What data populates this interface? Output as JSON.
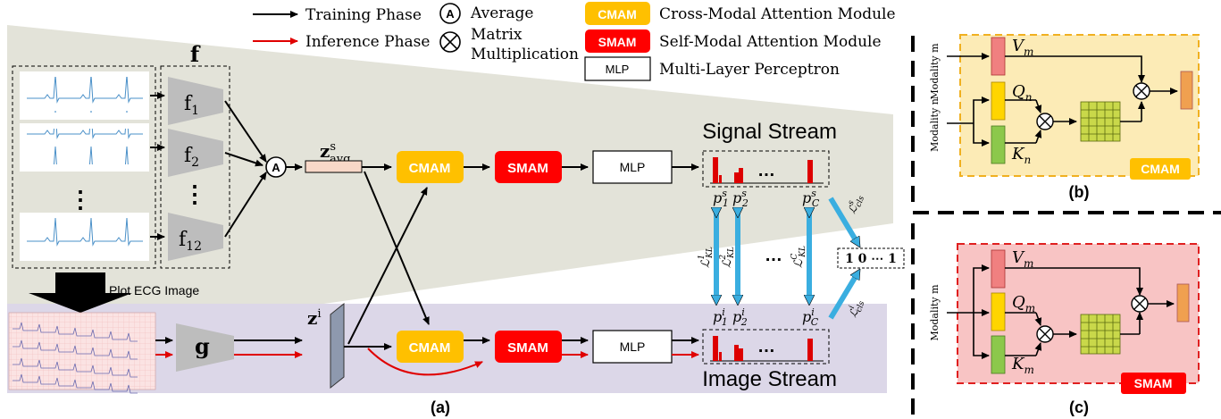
{
  "legend": {
    "training_phase": "Training Phase",
    "inference_phase": "Inference Phase",
    "average_symbol": "A",
    "average_label": "Average",
    "matmul_label_line1": "Matrix",
    "matmul_label_line2": "Multiplication",
    "cmam_tag": "CMAM",
    "cmam_label": "Cross-Modal Attention Module",
    "smam_tag": "SMAM",
    "smam_label": "Self-Modal Attention Module",
    "mlp_tag": "MLP",
    "mlp_label": "Multi-Layer Perceptron"
  },
  "panel_a": {
    "f_group_label": "f",
    "f1": "f",
    "f1_sub": "1",
    "f2": "f",
    "f2_sub": "2",
    "f12": "f",
    "f12_sub": "12",
    "avg_node": "A",
    "z_avg": "z",
    "z_avg_sup": "s",
    "z_avg_sub": "avg",
    "cmam_top": "CMAM",
    "smam_top": "SMAM",
    "mlp_top": "MLP",
    "signal_stream": "Signal Stream",
    "plot_ecg_image": "Plot ECG Image",
    "g": "g",
    "z_i": "z",
    "z_i_sup": "i",
    "cmam_bottom": "CMAM",
    "smam_bottom": "SMAM",
    "mlp_bottom": "MLP",
    "image_stream": "Image Stream",
    "ellipsis": "…",
    "p1s": "p",
    "p1s_sup": "s",
    "p1s_sub": "1",
    "p2s": "p",
    "p2s_sup": "s",
    "p2s_sub": "2",
    "pcs": "p",
    "pcs_sup": "s",
    "pcs_sub": "C",
    "p1i": "p",
    "p1i_sup": "i",
    "p1i_sub": "1",
    "p2i": "p",
    "p2i_sup": "i",
    "p2i_sub": "2",
    "pci": "p",
    "pci_sup": "i",
    "pci_sub": "C",
    "kl1": "ℒ",
    "kl1_sup": "1",
    "kl1_sub": "KL",
    "kl2": "ℒ",
    "kl2_sup": "2",
    "kl2_sub": "KL",
    "klc": "ℒ",
    "klc_sup": "C",
    "klc_sub": "KL",
    "cls_s": "ℒ",
    "cls_s_sup": "s",
    "cls_s_sub": "cls",
    "cls_i": "ℒ",
    "cls_i_sup": "i",
    "cls_i_sub": "cls",
    "onehot": "1 0 ⋯ 1",
    "caption": "(a)"
  },
  "panel_b": {
    "modality_m": "Modality m",
    "modality_n": "Modality n",
    "v": "V",
    "v_sub": "m",
    "q": "Q",
    "q_sub": "n",
    "k": "K",
    "k_sub": "n",
    "tag": "CMAM",
    "caption": "(b)"
  },
  "panel_c": {
    "modality_m": "Modality m",
    "v": "V",
    "v_sub": "m",
    "q": "Q",
    "q_sub": "m",
    "k": "K",
    "k_sub": "m",
    "tag": "SMAM",
    "caption": "(c)"
  },
  "colors": {
    "cmam": "#FFC000",
    "smam": "#FF0000",
    "signal_bg": "#E2E2D8",
    "image_bg": "#D9D4E6",
    "cmam_panel_bg": "#FCEBB6",
    "smam_panel_bg": "#F8C4C4",
    "kl_arrow": "#3AAEE0",
    "inference": "#E00000"
  }
}
